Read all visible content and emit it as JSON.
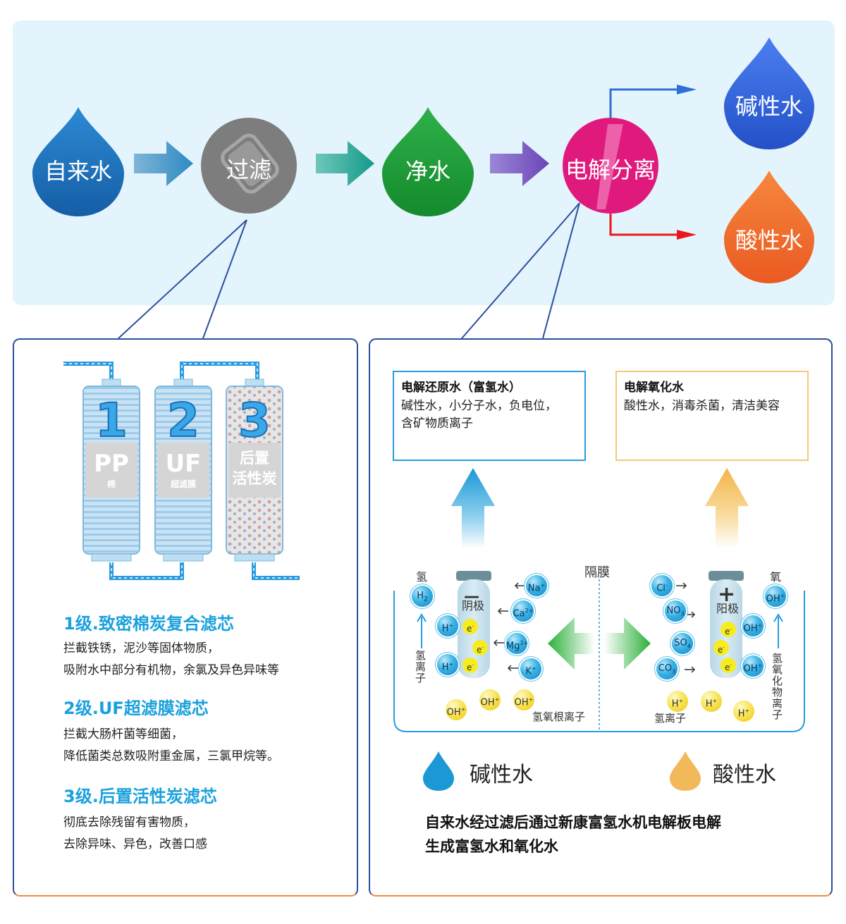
{
  "flow": {
    "tap_water": "自来水",
    "filter": "过滤",
    "pure_water": "净水",
    "electrolysis": "电解分离",
    "alkaline_water": "碱性水",
    "acidic_water": "酸性水",
    "colors": {
      "tap": "#1b6fb6",
      "filter": "#7d7d7d",
      "pure": "#1aa036",
      "electrolysis": "#e0197d",
      "alkaline": "#2f5fd8",
      "acidic": "#f06a2a"
    }
  },
  "filters": {
    "cartridges": [
      {
        "num": "1",
        "name": "PP",
        "sub": "棉"
      },
      {
        "num": "2",
        "name": "UF",
        "sub": "超滤膜"
      },
      {
        "num": "3",
        "name": "后置\n活性炭",
        "sub": ""
      }
    ],
    "items": [
      {
        "title": "1级.致密棉炭复合滤芯",
        "desc": "拦截铁锈，泥沙等固体物质，\n吸附水中部分有机物，余氯及异色异味等"
      },
      {
        "title": "2级.UF超滤膜滤芯",
        "desc": "拦截大肠杆菌等细菌，\n降低菌类总数吸附重金属，三氯甲烷等。"
      },
      {
        "title": "3级.后置活性炭滤芯",
        "desc": "彻底去除残留有害物质，\n去除异味、异色，改善口感"
      }
    ]
  },
  "electrolysis": {
    "reduced_box": {
      "title": "电解还原水（富氢水）",
      "desc": "碱性水，小分子水，负电位，\n含矿物质离子"
    },
    "oxidized_box": {
      "title": "电解氧化水",
      "desc": "酸性水，消毒杀菌，清洁美容"
    },
    "membrane": "隔膜",
    "cathode": "阴极",
    "anode": "阳极",
    "cathode_sign": "—",
    "anode_sign": "+",
    "hydrogen": "氢",
    "oxygen": "氧",
    "hydrogen_ion_v": "氢\n离\n子",
    "hydroxide_ion_v": "氢\n氧\n化\n物\n离\n子",
    "hydroxide_label": "氢氧根离子",
    "hydrogen_ion_label": "氢离子",
    "legend_alkaline": "碱性水",
    "legend_acidic": "酸性水",
    "summary": "自来水经过滤后通过新康富氢水机电解板电解\n生成富氢水和氧化水"
  }
}
